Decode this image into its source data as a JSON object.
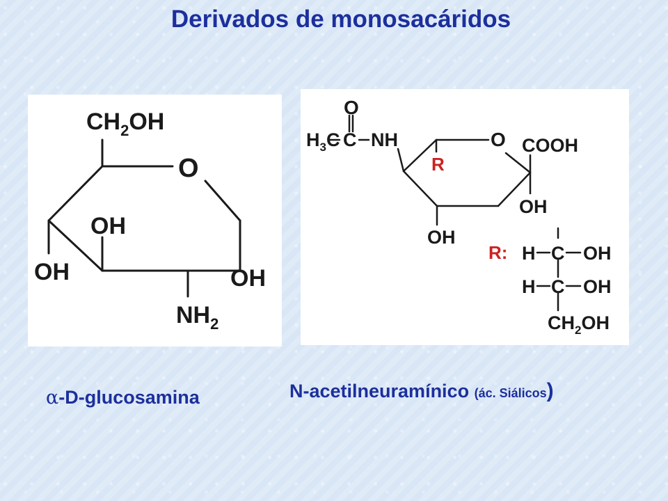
{
  "slide": {
    "title": "Derivados de monosacáridos"
  },
  "glucosamine": {
    "labels": {
      "ch2oh_ch": "CH",
      "ch2oh_sub": "2",
      "ch2oh_oh": "OH",
      "ring_o": "O",
      "oh_c3": "OH",
      "oh_c4": "OH",
      "oh_c1": "OH",
      "nh2_nh": "NH",
      "nh2_sub": "2"
    },
    "caption_alpha": "α",
    "caption_text": "-D-glucosamina"
  },
  "neuraminic": {
    "labels": {
      "carbonyl_o": "O",
      "h3c_h": "H",
      "h3c_sub": "3",
      "h3c_c": "C",
      "c": "C",
      "nh": "NH",
      "ring_o": "O",
      "cooh": "COOH",
      "r_ring": "R",
      "oh_c2": "OH",
      "oh_c4": "OH",
      "r_def": "R:",
      "h1": "H",
      "c1": "C",
      "oh1": "OH",
      "h2": "H",
      "c2": "C",
      "oh2": "OH",
      "ch2oh_ch": "CH",
      "ch2oh_sub": "2",
      "ch2oh_oh": "OH"
    },
    "caption_main": "N-acetilneuramínico",
    "caption_note": "(ác. Siálicos",
    "caption_close": ")"
  },
  "colors": {
    "title": "#1c2f9c",
    "r_group": "#cc2222",
    "bonds": "#1a1a1a",
    "background": "#d9e6f6"
  }
}
